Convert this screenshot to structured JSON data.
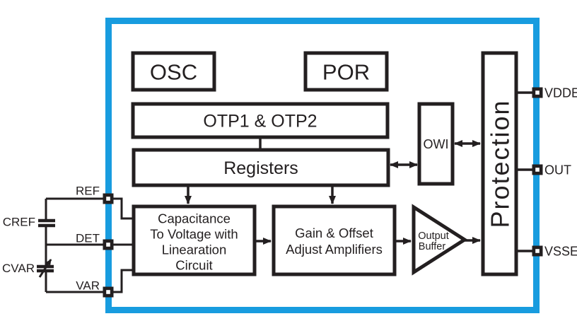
{
  "colors": {
    "accent": "#189CDF",
    "ink": "#231F20",
    "canvas": "#FFFFFF"
  },
  "blocks": {
    "osc": "OSC",
    "por": "POR",
    "otp": "OTP1 & OTP2",
    "registers": "Registers",
    "c2v_lines": [
      "Capacitance",
      "To Voltage with",
      "Linearation",
      "Circuit"
    ],
    "gain_lines": [
      "Gain & Offset",
      "Adjust Amplifiers"
    ],
    "owi": "OWI",
    "protection": "Protection",
    "buffer_lines": [
      "Output",
      "Buffer"
    ]
  },
  "pins": {
    "vdde": "VDDE",
    "out": "OUT",
    "vsse": "VSSE",
    "ref": "REF",
    "det": "DET",
    "var": "VAR"
  },
  "external_components": {
    "cref": "CREF",
    "cvar": "CVAR"
  }
}
